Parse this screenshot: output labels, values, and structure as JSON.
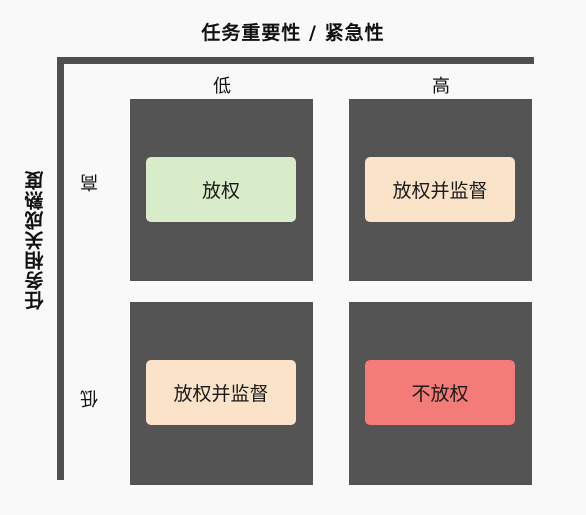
{
  "titles": {
    "top": "任务重要性 / 紧急性",
    "left": "任务相关成熟度"
  },
  "columns": {
    "low": "低",
    "high": "高"
  },
  "rows": {
    "high": "高",
    "low": "低"
  },
  "quadrants": {
    "top_left": {
      "label": "放权",
      "color": "#d9ecca"
    },
    "top_right": {
      "label": "放权并监督",
      "color": "#fae3c9"
    },
    "bottom_left": {
      "label": "放权并监督",
      "color": "#fae3c9"
    },
    "bottom_right": {
      "label": "不放权",
      "color": "#f37b78"
    }
  },
  "colors": {
    "axis": "#4f4f4f",
    "quadrant_bg": "#545454"
  }
}
